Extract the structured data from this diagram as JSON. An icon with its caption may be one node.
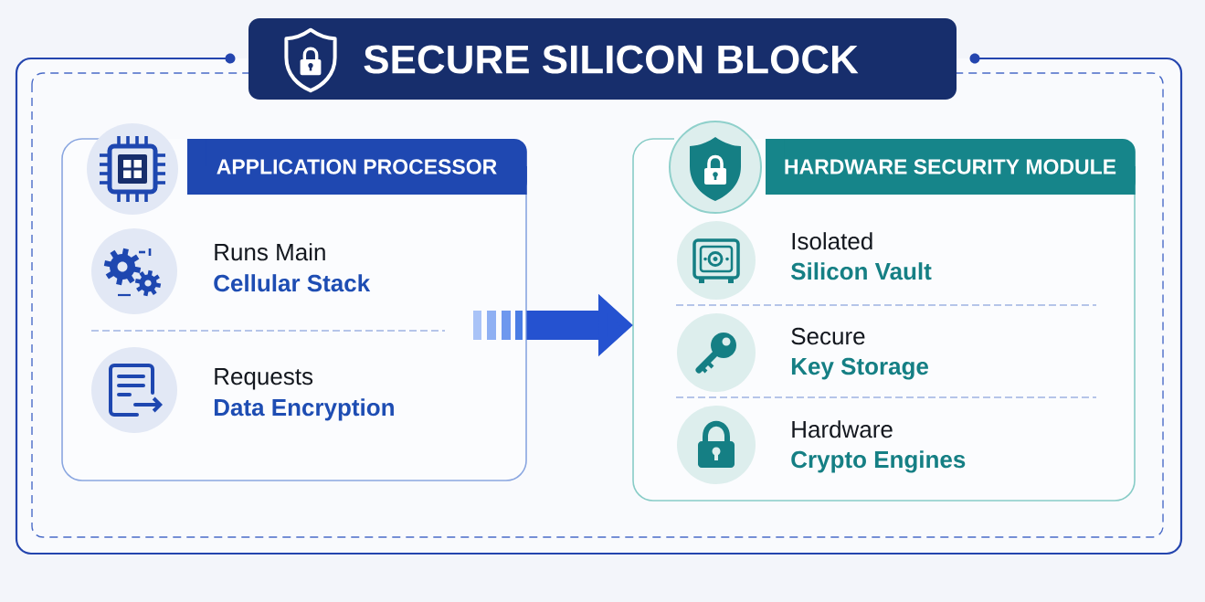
{
  "diagram": {
    "nodes": [
      {
        "text": [
          "SECURE SILICON BLOCK"
        ]
      },
      {
        "text": [
          "APPLICATION PROCESSOR",
          "Runs Main",
          "Cellular Stack",
          "Requests",
          "Data Encryption"
        ],
        "in": 0
      },
      {
        "text": [
          "HARDWARE SECURITY MODULE",
          "Isolated",
          "Silicon Vault",
          "Secure",
          "Key Storage",
          "Hardware",
          "Crypto Engines"
        ],
        "in": 0
      }
    ],
    "edges": [
      {
        "from": 1,
        "to": 2,
        "arrow": "to"
      }
    ]
  }
}
